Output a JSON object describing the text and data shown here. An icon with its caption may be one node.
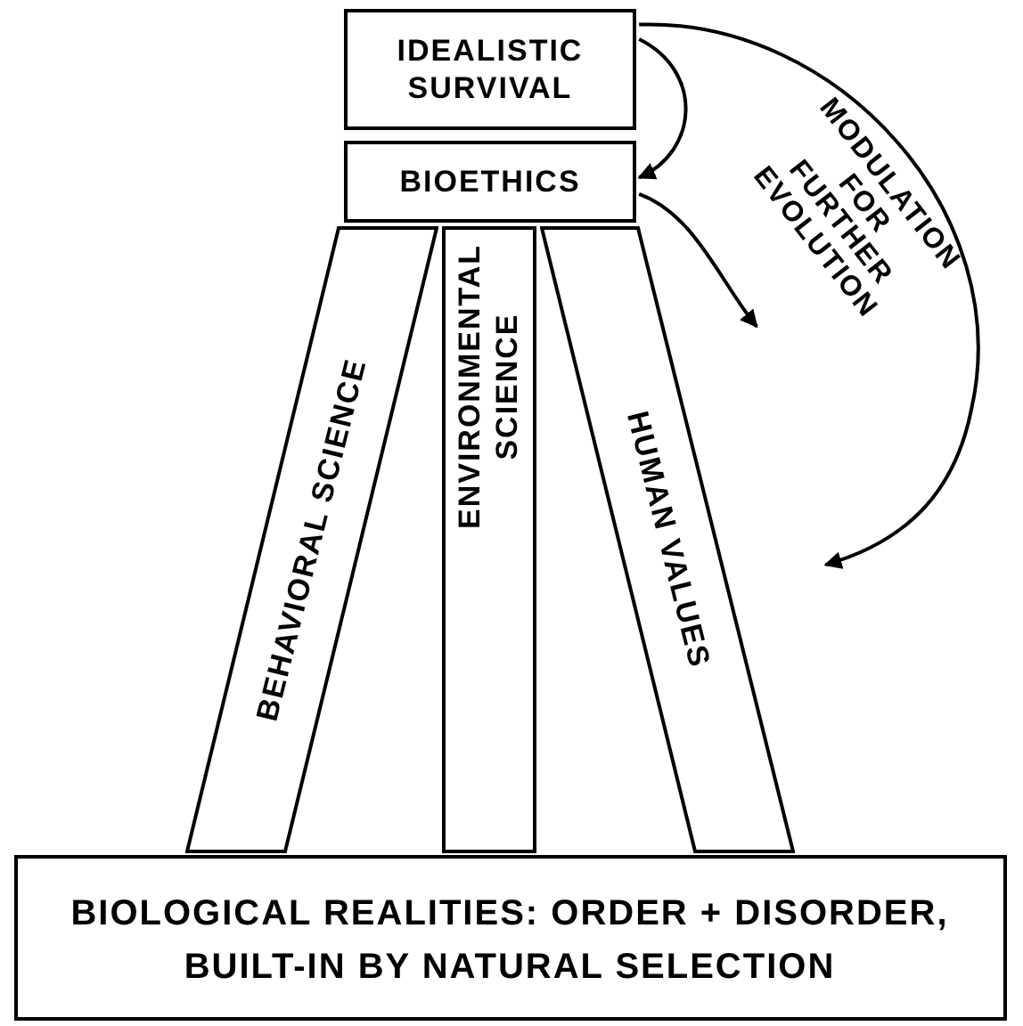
{
  "diagram": {
    "nodes": [
      {
        "text": [
          "IDEALISTIC SURVIVAL"
        ]
      },
      {
        "text": [
          "BIOETHICS"
        ]
      },
      {
        "text": [
          "BEHAVIORAL SCIENCE"
        ]
      },
      {
        "text": [
          "ENVIRONMENTAL SCIENCE"
        ]
      },
      {
        "text": [
          "HUMAN VALUES"
        ]
      },
      {
        "text": [
          "BIOLOGICAL REALITIES: ORDER + DISORDER, BUILT-IN BY NATURAL SELECTION"
        ]
      }
    ],
    "edges": [
      {
        "from": 0,
        "to": 1,
        "arrow": "to"
      },
      {
        "from": 1,
        "to": 4,
        "arrow": "to"
      },
      {
        "from": 0,
        "to": 4,
        "arrow": "to",
        "label": "MODULATION FOR FURTHER EVOLUTION"
      }
    ]
  }
}
